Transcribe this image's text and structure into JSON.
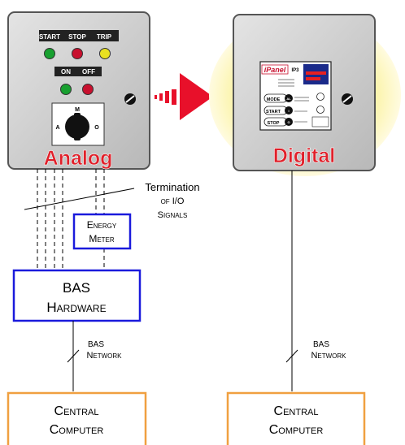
{
  "analog_panel": {
    "status_labels": [
      "START",
      "STOP",
      "TRIP"
    ],
    "onoff_labels": [
      "ON",
      "OFF"
    ],
    "selector_labels": [
      "M",
      "A",
      "O"
    ],
    "title": "Analog",
    "colors": {
      "title": "#e0202a",
      "light_green": "#18a030",
      "light_red": "#c8102e",
      "light_yellow": "#e8e020",
      "panel": "#d8d8d8"
    }
  },
  "digital_panel": {
    "title": "Digital",
    "ipanel": {
      "brand": "iPanel",
      "model": "IP3",
      "buttons": [
        "MODE",
        "START",
        "STOP"
      ],
      "button_keys": [
        "AL",
        "I",
        "O"
      ]
    },
    "colors": {
      "title": "#e0202a",
      "glow": "#fbf3a4",
      "arrow": "#e8102a"
    }
  },
  "labels": {
    "termination": [
      "Termination",
      "of I/O",
      "Signals"
    ],
    "energy_meter": [
      "Energy",
      "Meter"
    ],
    "bas_hardware": [
      "BAS",
      "Hardware"
    ],
    "bas_network_left": [
      "BAS",
      "Network"
    ],
    "bas_network_right": [
      "BAS",
      "Network"
    ],
    "central_left": [
      "Central",
      "Computer"
    ],
    "central_right": [
      "Central",
      "Computer"
    ]
  },
  "colors": {
    "bas_box": "#1a1adc",
    "central_box": "#f0a040",
    "line": "#000000"
  }
}
